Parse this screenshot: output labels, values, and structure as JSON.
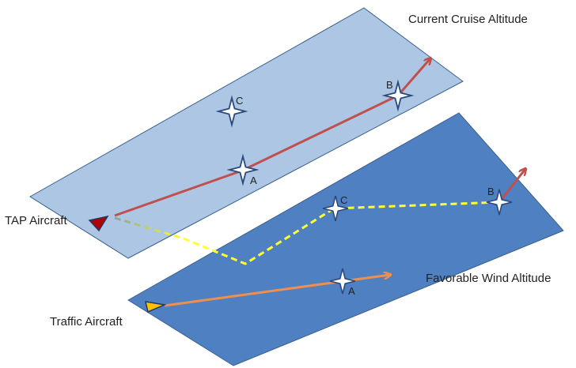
{
  "labels": {
    "current_cruise_altitude": "Current Cruise Altitude",
    "favorable_wind_altitude": "Favorable Wind Altitude",
    "tap_aircraft": "TAP Aircraft",
    "traffic_aircraft": "Traffic Aircraft"
  },
  "waypoints": {
    "upper_a": "A",
    "upper_b": "B",
    "upper_c": "C",
    "lower_a": "A",
    "lower_b": "B",
    "lower_c": "C"
  },
  "colors": {
    "upper_plane_fill": "#a6c1e2",
    "lower_plane_fill": "#4f81c2",
    "plane_border": "#3a5f8e",
    "tap_route": "#c0504d",
    "traffic_route": "#ed8f4e",
    "proposed_route": "#ffff33",
    "tap_aircraft": "#b00000",
    "traffic_aircraft": "#ffc000"
  }
}
